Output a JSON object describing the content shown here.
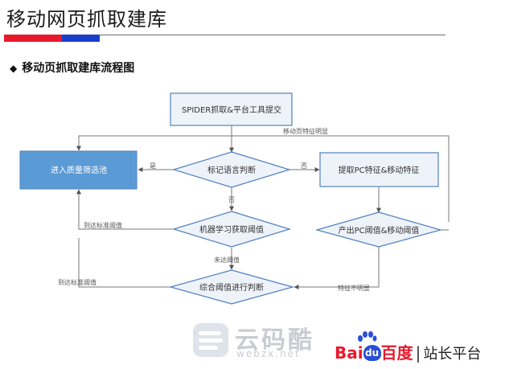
{
  "header": {
    "title": "移动网页抓取建库",
    "accent_red": "#e8192c",
    "accent_blue": "#1a3ec8"
  },
  "section": {
    "bullet": "◆",
    "subtitle": "移动页抓取建库流程图"
  },
  "diagram": {
    "box_fill": "#eef3fa",
    "box_stroke": "#4f81bd",
    "highlight_fill": "#5b9bd5",
    "nodes": {
      "submit": "SPIDER抓取&平台工具提交",
      "pool": "进入质量筛选池",
      "markup": "标记语言判断",
      "features": "提取PC特征&移动特征",
      "ml": "机器学习获取阈值",
      "output": "产出PC阈值&移动阈值",
      "judge": "综合阈值进行判断"
    },
    "edges": {
      "clear_mobile": "移动页特征明显",
      "yes": "是",
      "no_right": "否",
      "no_down": "否",
      "reach_ml": "到达标准阈值",
      "not_reach": "未达阈值",
      "reach_judge": "到达标准阈值",
      "unclear": "特征不明显"
    }
  },
  "watermark": {
    "name": "云码酷",
    "url": "webzx.net"
  },
  "brand": {
    "bai": "Bai",
    "du": "du",
    "baidu_cn": "百度",
    "divider": "|",
    "station": "站长平台"
  }
}
